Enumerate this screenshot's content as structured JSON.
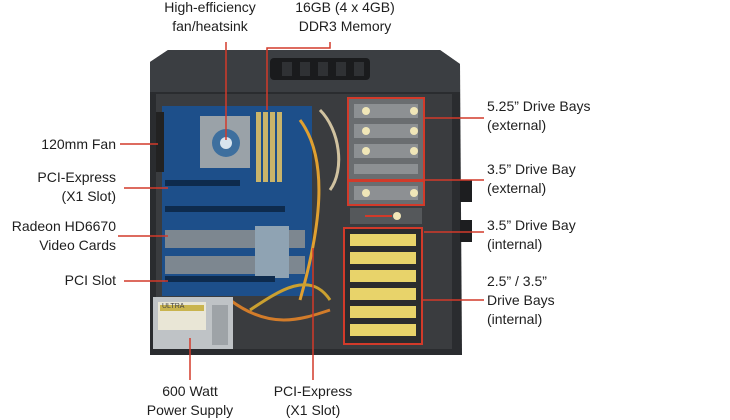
{
  "labels": {
    "fan_heatsink": {
      "line1": "High-efficiency",
      "line2": "fan/heatsink"
    },
    "memory": {
      "line1": "16GB (4 x 4GB)",
      "line2": "DDR3 Memory"
    },
    "fan120": {
      "line1": "120mm Fan"
    },
    "pcie_x1_top": {
      "line1": "PCI-Express",
      "line2": "(X1 Slot)"
    },
    "radeon": {
      "line1": "Radeon HD6670",
      "line2": "Video Cards"
    },
    "pci_slot": {
      "line1": "PCI Slot"
    },
    "psu": {
      "line1": "600 Watt",
      "line2": "Power Supply"
    },
    "pcie_x1_bottom": {
      "line1": "PCI-Express",
      "line2": "(X1 Slot)"
    },
    "bays_525": {
      "line1": "5.25” Drive Bays",
      "line2": "(external)"
    },
    "bay_35_ext": {
      "line1": "3.5” Drive Bay",
      "line2": "(external)"
    },
    "bay_35_int": {
      "line1": "3.5” Drive Bay",
      "line2": "(internal)"
    },
    "bays_25_35": {
      "line1": "2.5” / 3.5”",
      "line2": "Drive Bays",
      "line3": "(internal)"
    }
  },
  "psu_badge": "ULTRA",
  "colors": {
    "callout": "#d23a2a",
    "case": "#2a2c2f",
    "case_edge": "#3b3e42",
    "motherboard": "#1d4f8a",
    "bay_tray": "#e8d36a"
  }
}
